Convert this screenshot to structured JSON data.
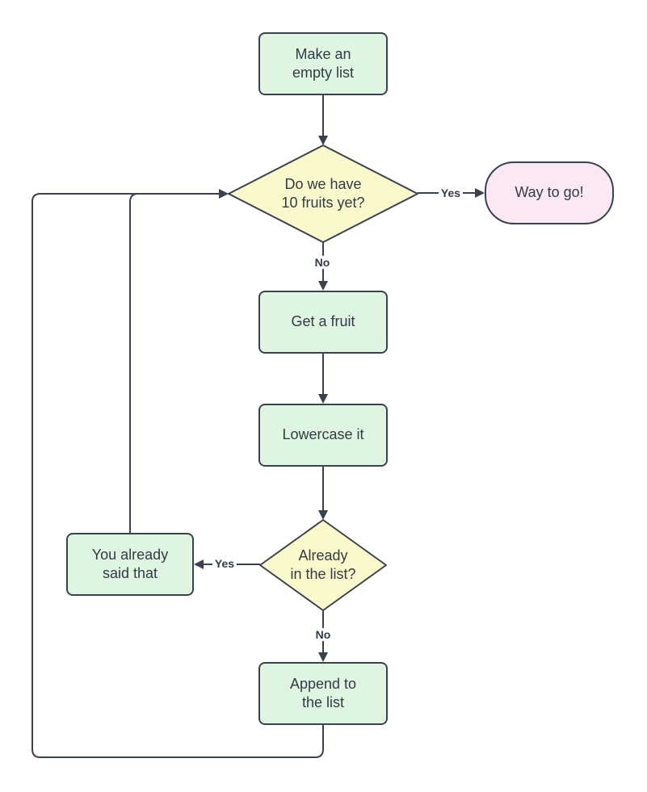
{
  "colors": {
    "background": "#ffffff",
    "process_fill": "#ddf5e1",
    "decision_fill": "#f9f9cb",
    "terminator_fill": "#fae9f4",
    "line": "#3a434d",
    "text": "#333b45"
  },
  "nodes": {
    "start": {
      "type": "process",
      "label": "Make an\nempty list"
    },
    "decision1": {
      "type": "decision",
      "label": "Do we have\n10 fruits yet?"
    },
    "way_to_go": {
      "type": "terminator",
      "label": "Way to go!"
    },
    "get_fruit": {
      "type": "process",
      "label": "Get a fruit"
    },
    "lowercase": {
      "type": "process",
      "label": "Lowercase it"
    },
    "decision2": {
      "type": "decision",
      "label": "Already\nin the list?"
    },
    "already_said": {
      "type": "process",
      "label": "You already\nsaid that"
    },
    "append": {
      "type": "process",
      "label": "Append to\nthe list"
    }
  },
  "edge_labels": {
    "decision1_yes": "Yes",
    "decision1_no": "No",
    "decision2_yes": "Yes",
    "decision2_no": "No"
  },
  "edges": [
    {
      "from": "start",
      "to": "decision1",
      "label": ""
    },
    {
      "from": "decision1",
      "to": "way_to_go",
      "label": "Yes"
    },
    {
      "from": "decision1",
      "to": "get_fruit",
      "label": "No"
    },
    {
      "from": "get_fruit",
      "to": "lowercase",
      "label": ""
    },
    {
      "from": "lowercase",
      "to": "decision2",
      "label": ""
    },
    {
      "from": "decision2",
      "to": "already_said",
      "label": "Yes"
    },
    {
      "from": "decision2",
      "to": "append",
      "label": "No"
    },
    {
      "from": "already_said",
      "to": "decision1",
      "label": ""
    },
    {
      "from": "append",
      "to": "decision1",
      "label": ""
    }
  ]
}
